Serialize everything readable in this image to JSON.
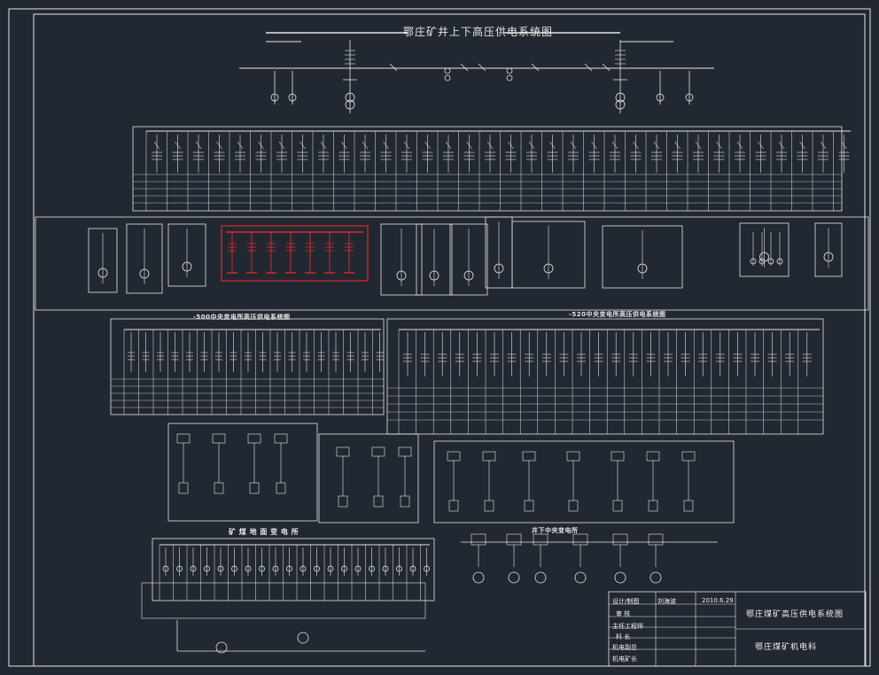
{
  "diagram": {
    "main_title": "鄂庄矿井上下高压供电系统图",
    "sub_title_left": "-500中央变电所高压供电系统图",
    "sub_title_right": "-520中央变电所高压供电系统图",
    "section_surface": "矿 煤 地 面 变 电 所",
    "section_underground": "井下中央变电所"
  },
  "title_block": {
    "row_labels": [
      "设计/制图",
      "审 核",
      "主任工程师",
      "科 长",
      "机电副总",
      "机电矿长"
    ],
    "designer": "刘海波",
    "date": "2010.6.29",
    "drawing_title": "鄂庄煤矿高压供电系统图",
    "department": "鄂庄煤矿机电科"
  },
  "colors": {
    "background": "#222831",
    "line": "#e6e6e6",
    "highlight": "#ff2a2a"
  }
}
